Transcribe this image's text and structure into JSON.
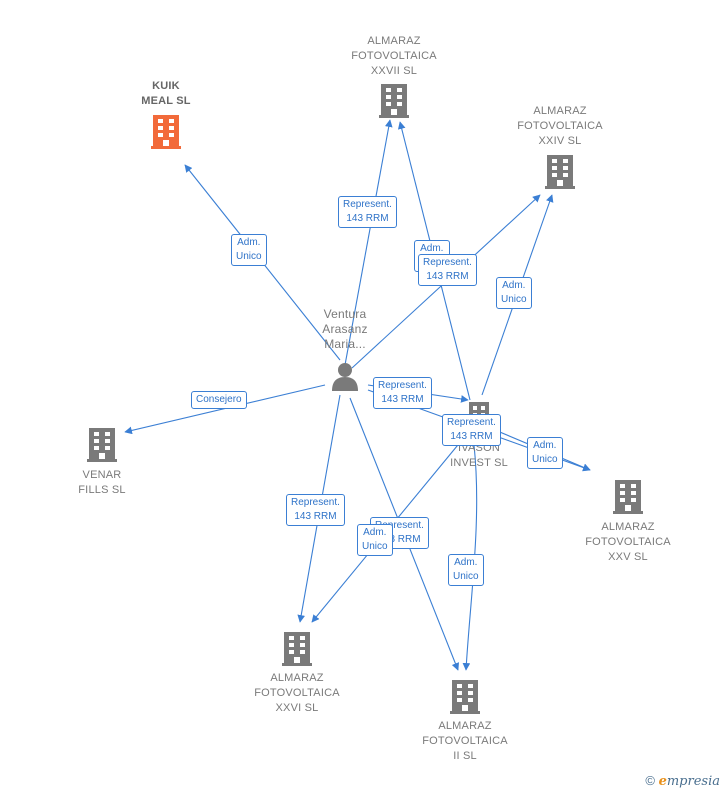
{
  "colors": {
    "edge": "#3b7fd4",
    "company": "#7a7a7a",
    "highlight": "#f26a3a",
    "person": "#7a7a7a"
  },
  "person": {
    "name": "Ventura\nArasanz\nMaria..."
  },
  "companies": {
    "kuik": "KUIK\nMEAL  SL",
    "xxvii": "ALMARAZ\nFOTOVOLTAICA\nXXVII SL",
    "xxiv": "ALMARAZ\nFOTOVOLTAICA\nXXIV SL",
    "venar": "VENAR\nFILLS SL",
    "ivason": "IVASON\nINVEST  SL",
    "xxv": "ALMARAZ\nFOTOVOLTAICA\nXXV SL",
    "xxvi": "ALMARAZ\nFOTOVOLTAICA\nXXVI SL",
    "ii": "ALMARAZ\nFOTOVOLTAICA\nII SL"
  },
  "edge_labels": {
    "adm_kuik": "Adm.\nUnico",
    "rep_xxvii": "Represent.\n143 RRM",
    "adm_xxvii": "Adm.\nUnico",
    "rep_xxiv": "Represent.\n143 RRM",
    "adm_xxiv": "Adm.\nUnico",
    "consejero": "Consejero",
    "rep_ivason": "Represent.\n143 RRM",
    "rep_xxv": "Represent.\n143 RRM",
    "adm_xxv": "Adm.\nUnico",
    "rep_xxvi": "Represent.\n143 RRM",
    "rep_ii": "Represent.\n143 RRM",
    "adm_xxvi": "Adm.\nUnico",
    "adm_ii": "Adm.\nUnico"
  },
  "footer": {
    "copyright": "©",
    "brand_initial": "e",
    "brand_rest": "mpresia"
  }
}
